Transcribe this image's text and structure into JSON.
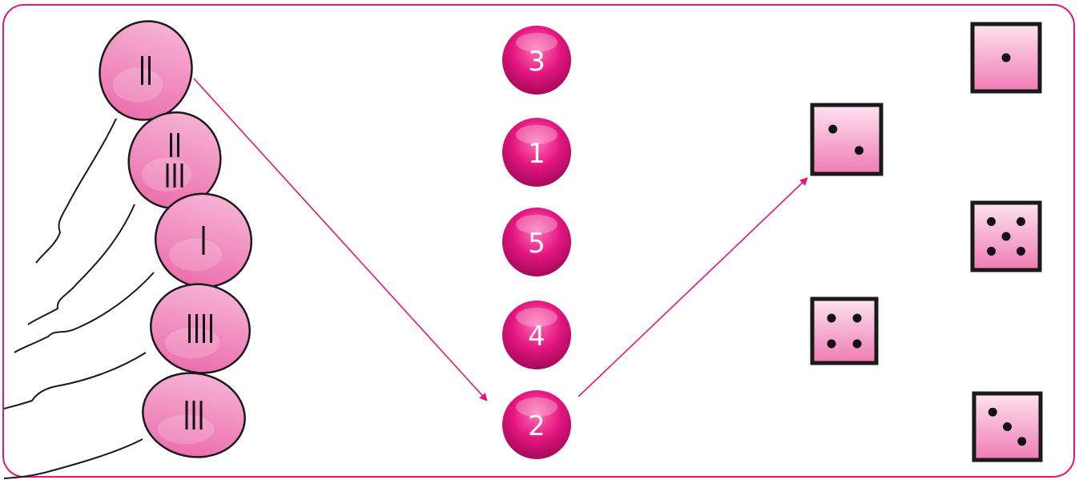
{
  "colors": {
    "frame": "#e2157f",
    "balloon_fill": "#f29ac8",
    "balloon_stroke": "#1a1a1a",
    "circle_fill": "#e2157f",
    "number_text": "#ffffff",
    "die_fill": "#f7b9d6",
    "die_stroke": "#1a1a1a",
    "pip": "#111111",
    "arrow": "#e2157f"
  },
  "balloons": [
    {
      "tally": "||",
      "strokes": [
        2
      ]
    },
    {
      "tally": "|| |||",
      "strokes": [
        2,
        3
      ]
    },
    {
      "tally": "|",
      "strokes": [
        1
      ]
    },
    {
      "tally": "||||",
      "strokes": [
        4
      ]
    },
    {
      "tally": "|||",
      "strokes": [
        3
      ]
    }
  ],
  "numbers": [
    {
      "label": "3"
    },
    {
      "label": "1"
    },
    {
      "label": "5"
    },
    {
      "label": "4"
    },
    {
      "label": "2"
    }
  ],
  "dice": [
    {
      "name": "one",
      "pips": 1
    },
    {
      "name": "two",
      "pips": 2
    },
    {
      "name": "five",
      "pips": 5
    },
    {
      "name": "four",
      "pips": 4
    },
    {
      "name": "three",
      "pips": 3
    }
  ],
  "connections": [
    {
      "from": "balloon-0",
      "to": "number-4"
    },
    {
      "from": "number-4",
      "to": "die-1"
    }
  ]
}
